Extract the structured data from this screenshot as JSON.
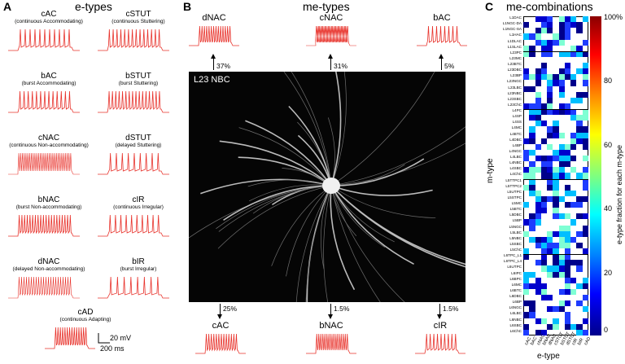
{
  "panel_a": {
    "letter": "A",
    "title": "e-types",
    "etypes": [
      {
        "name": "cAC",
        "desc": "(continuous Accommodating)"
      },
      {
        "name": "cSTUT",
        "desc": "(continuous Stuttering)"
      },
      {
        "name": "bAC",
        "desc": "(burst Accommodating)"
      },
      {
        "name": "bSTUT",
        "desc": "(burst Stuttering)"
      },
      {
        "name": "cNAC",
        "desc": "(continuous Non-accommodating)"
      },
      {
        "name": "dSTUT",
        "desc": "(delayed Stuttering)"
      },
      {
        "name": "bNAC",
        "desc": "(burst Non-accommodating)"
      },
      {
        "name": "cIR",
        "desc": "(continuous Irregular)"
      },
      {
        "name": "dNAC",
        "desc": "(delayed Non-accommodating)"
      },
      {
        "name": "bIR",
        "desc": "(burst Irregular)"
      },
      {
        "name": "cAD",
        "desc": "(continuous Adapting)"
      }
    ],
    "scalebar": {
      "voltage": "20 mV",
      "time": "200 ms"
    }
  },
  "panel_b": {
    "letter": "B",
    "title": "me-types",
    "top": [
      {
        "name": "dNAC",
        "pct": "37%"
      },
      {
        "name": "cNAC",
        "pct": "31%"
      },
      {
        "name": "bAC",
        "pct": "5%"
      }
    ],
    "bottom": [
      {
        "name": "cAC",
        "pct": "25%"
      },
      {
        "name": "bNAC",
        "pct": "1.5%"
      },
      {
        "name": "cIR",
        "pct": "1.5%"
      }
    ],
    "neuron_label": "L23 NBC"
  },
  "panel_c": {
    "letter": "C",
    "title": "me-combinations",
    "ylabel": "m-type",
    "xlabel": "e-type",
    "colorbar_label": "e-type fraction for each m-type",
    "colorbar_ticks": [
      "100%",
      "80",
      "60",
      "40",
      "20",
      "0"
    ],
    "etype_columns": [
      "cAC",
      "bAC",
      "cNAC",
      "bNAC",
      "dNAC",
      "cSTUT",
      "bSTUT",
      "dSTUT",
      "cIR",
      "bIR",
      "cAD"
    ],
    "mtype_rows": [
      "L1DAC",
      "L1NGC-DA",
      "L1NGC-SA",
      "L1HAC",
      "L1DLAC",
      "L1SLAC",
      "L23PC",
      "L23MC",
      "L23BTC",
      "L23DBC",
      "L23BP",
      "L23NGC",
      "L23LBC",
      "L23NBC",
      "L23SBC",
      "L23ChC",
      "L4PC",
      "L4SP",
      "L4SS",
      "L4MC",
      "L4BTC",
      "L4DBC",
      "L4BP",
      "L4NGC",
      "L4LBC",
      "L4NBC",
      "L4SBC",
      "L4ChC",
      "L5TTPC1",
      "L5TTPC2",
      "L5UTPC",
      "L5STPC",
      "L5MC",
      "L5BTC",
      "L5DBC",
      "L5BP",
      "L5NGC",
      "L5LBC",
      "L5NBC",
      "L5SBC",
      "L5ChC",
      "L6TPC_L1",
      "L6TPC_L4",
      "L6UTPC",
      "L6IPC",
      "L6BPC",
      "L6MC",
      "L6BTC",
      "L6DBC",
      "L6BP",
      "L6NGC",
      "L6LBC",
      "L6NBC",
      "L6SBC",
      "L6ChC"
    ],
    "colors": {
      "high": "#8b0000",
      "low": "#00008b"
    }
  }
}
